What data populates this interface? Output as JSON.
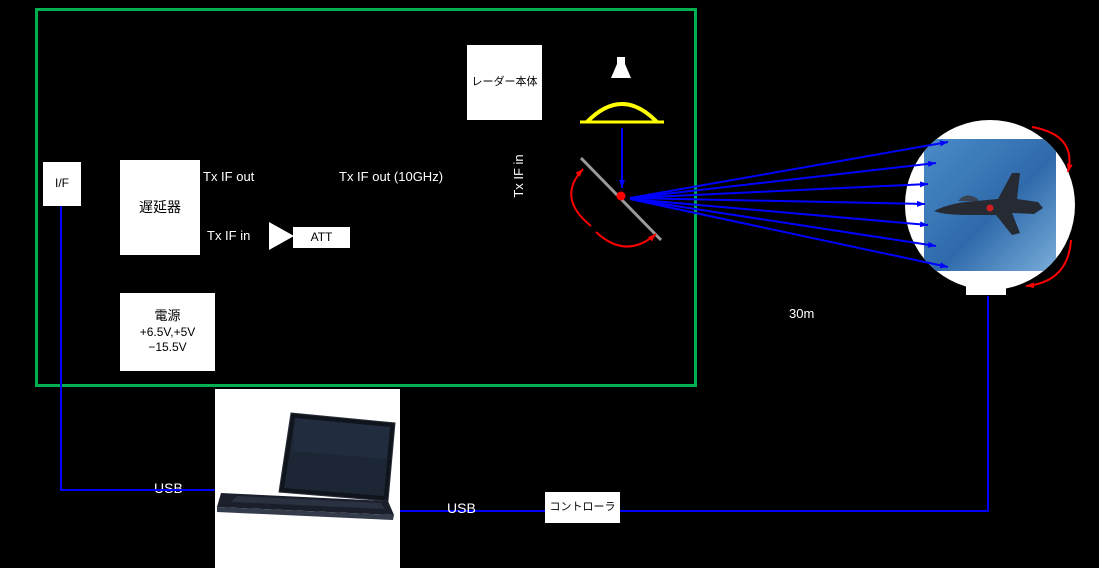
{
  "diagram": {
    "boxes": {
      "if_box": "I/F",
      "delay_box": "遅延器",
      "radar_box": "レーダー本体",
      "att_box": "ATT",
      "controller_box": "コントローラ",
      "power_box": {
        "title": "電源",
        "line1": "+6.5V,+5V",
        "line2": "−15.5V"
      }
    },
    "labels": {
      "tx_if_out": "Tx IF out",
      "tx_if_in": "Tx IF in",
      "tx_if_out_10ghz": "Tx IF out (10GHz)",
      "tx_if_in_vertical": "Tx IF in",
      "distance": "30m",
      "usb_left": "USB",
      "usb_right": "USB"
    },
    "colors": {
      "background": "#000000",
      "enclosure_border": "#00b050",
      "wire_blue": "#0000ff",
      "rotation_red": "#ff0000",
      "antenna_yellow": "#ffff00",
      "mirror_gray": "#9a9a9a",
      "box_fill": "#ffffff",
      "box_text": "#000000",
      "label_text": "#ffffff"
    }
  }
}
